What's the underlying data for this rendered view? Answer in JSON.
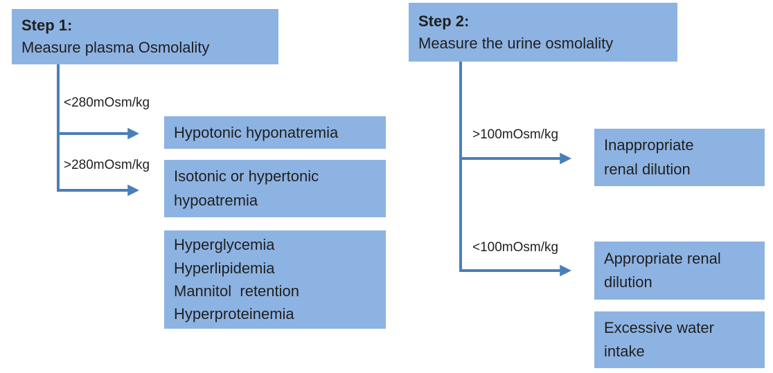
{
  "diagram": {
    "title_hint": "Hyponatremia osmolality workup flowchart",
    "colors": {
      "box_fill": "#8db3e2",
      "arrow": "#4a7ebb",
      "text": "#1f1f1f",
      "background": "#ffffff"
    },
    "step1": {
      "title": "Step 1:",
      "subtitle": "Measure plasma Osmolality",
      "branch_low_label": "<280mOsm/kg",
      "branch_high_label": ">280mOsm/kg"
    },
    "step2": {
      "title": "Step 2:",
      "subtitle": "Measure the urine osmolality",
      "branch_high_label": ">100mOsm/kg",
      "branch_low_label": "<100mOsm/kg"
    },
    "left_results": {
      "hypotonic": "Hypotonic hyponatremia",
      "isotonic": {
        "line1": "Isotonic or hypertonic",
        "line2": "hypoatremia"
      },
      "causes": [
        "Hyperglycemia",
        "Hyperlipidemia",
        "Mannitol  retention",
        "Hyperproteinemia"
      ]
    },
    "right_results": {
      "inappropriate": {
        "line1": "Inappropriate",
        "line2": "renal dilution"
      },
      "appropriate": {
        "line1": "Appropriate renal",
        "line2": "dilution"
      },
      "excessive": {
        "line1": "Excessive water",
        "line2": "intake"
      }
    }
  }
}
